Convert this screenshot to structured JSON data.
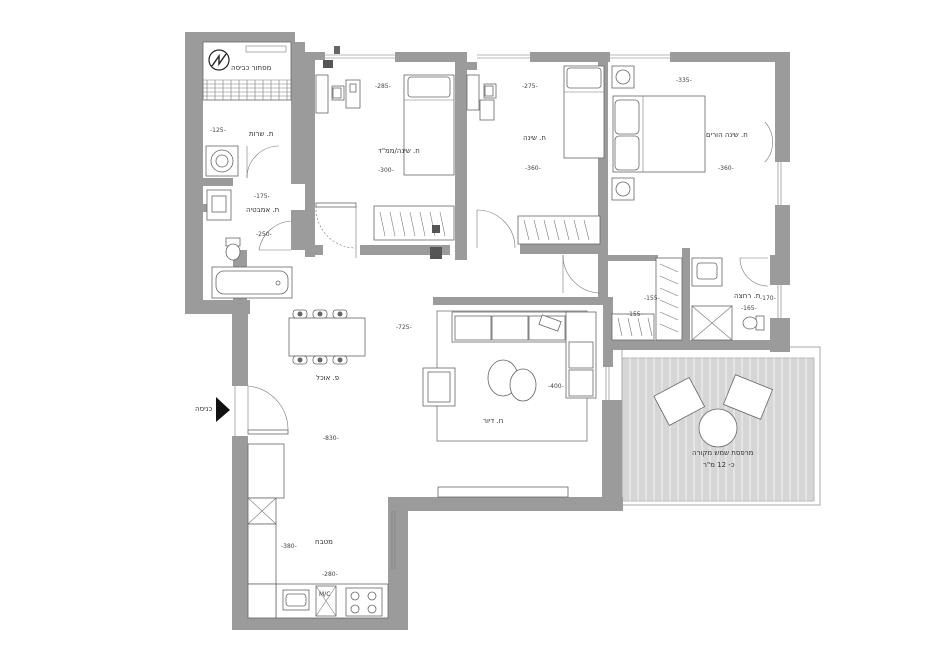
{
  "labels": {
    "storage_stair": "מסתור כביסה",
    "wc": "ת. שרות",
    "bath": "ת. אמבטיה",
    "safe_room": "ח. שינה/ממ\"ד",
    "bedroom": "ח. שינה",
    "master": "ח. שינה הורים",
    "shower": "ת. רחצה",
    "dining": "פ. אוכל",
    "living": "ח. דיור",
    "kitchen": "מטבח",
    "entrance": "כניסה",
    "balcony_line1": "מרפסת שמש מקורה",
    "balcony_line2": "כ- 12 מ\"ר",
    "mc": "M/C"
  },
  "dims": {
    "wc_w": "-125-",
    "bath_w": "-175-",
    "bath_h": "-250-",
    "safe_w": "-285-",
    "safe_h": "-300-",
    "bed_w": "-275-",
    "bed_h": "-360-",
    "master_w": "-335-",
    "master_h": "-360-",
    "living_w": "-725-",
    "living_h": "-400-",
    "hall_h": "-830-",
    "kitchen_w": "-280-",
    "kitchen_h": "-380-",
    "closet_h": "-155-",
    "closet_w": "-155-",
    "shower_w": "-165-",
    "shower_h": "-170-"
  }
}
